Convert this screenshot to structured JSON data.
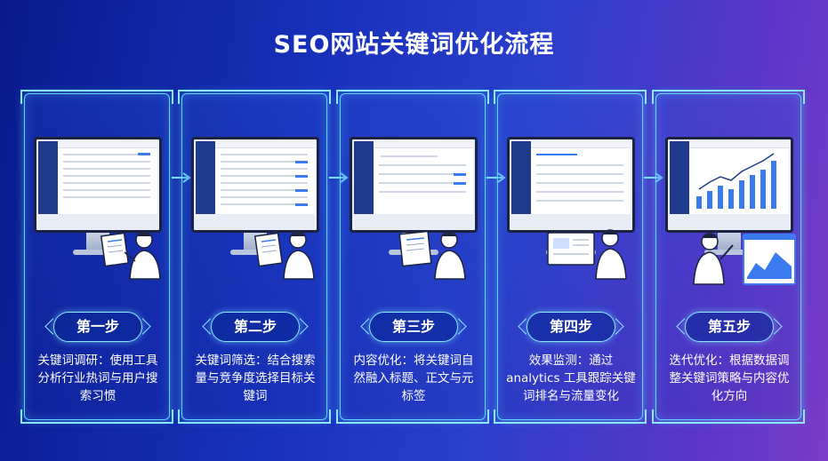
{
  "title": "SEO网站关键词优化流程",
  "colors": {
    "accent": "#5fd6ff",
    "screen_nav": "#1f3a8a",
    "button": "#3b7bf0"
  },
  "steps": [
    {
      "label": "第一步",
      "desc": "关键词调研：使用工具分析行业热词与用户搜索习惯",
      "icon": "person-holding-document-icon"
    },
    {
      "label": "第二步",
      "desc": "关键词筛选：结合搜索量与竞争度选择目标关键词",
      "icon": "person-holding-document-icon"
    },
    {
      "label": "第三步",
      "desc": "内容优化：将关键词自然融入标题、正文与元标签",
      "icon": "person-holding-document-icon"
    },
    {
      "label": "第四步",
      "desc": "效果监测：通过 analytics 工具跟踪关键词排名与流量变化",
      "icon": "person-holding-tablet-icon"
    },
    {
      "label": "第五步",
      "desc": "迭代优化：根据数据调整关键词策略与内容优化方向",
      "icon": "person-pointing-chart-icon"
    }
  ]
}
